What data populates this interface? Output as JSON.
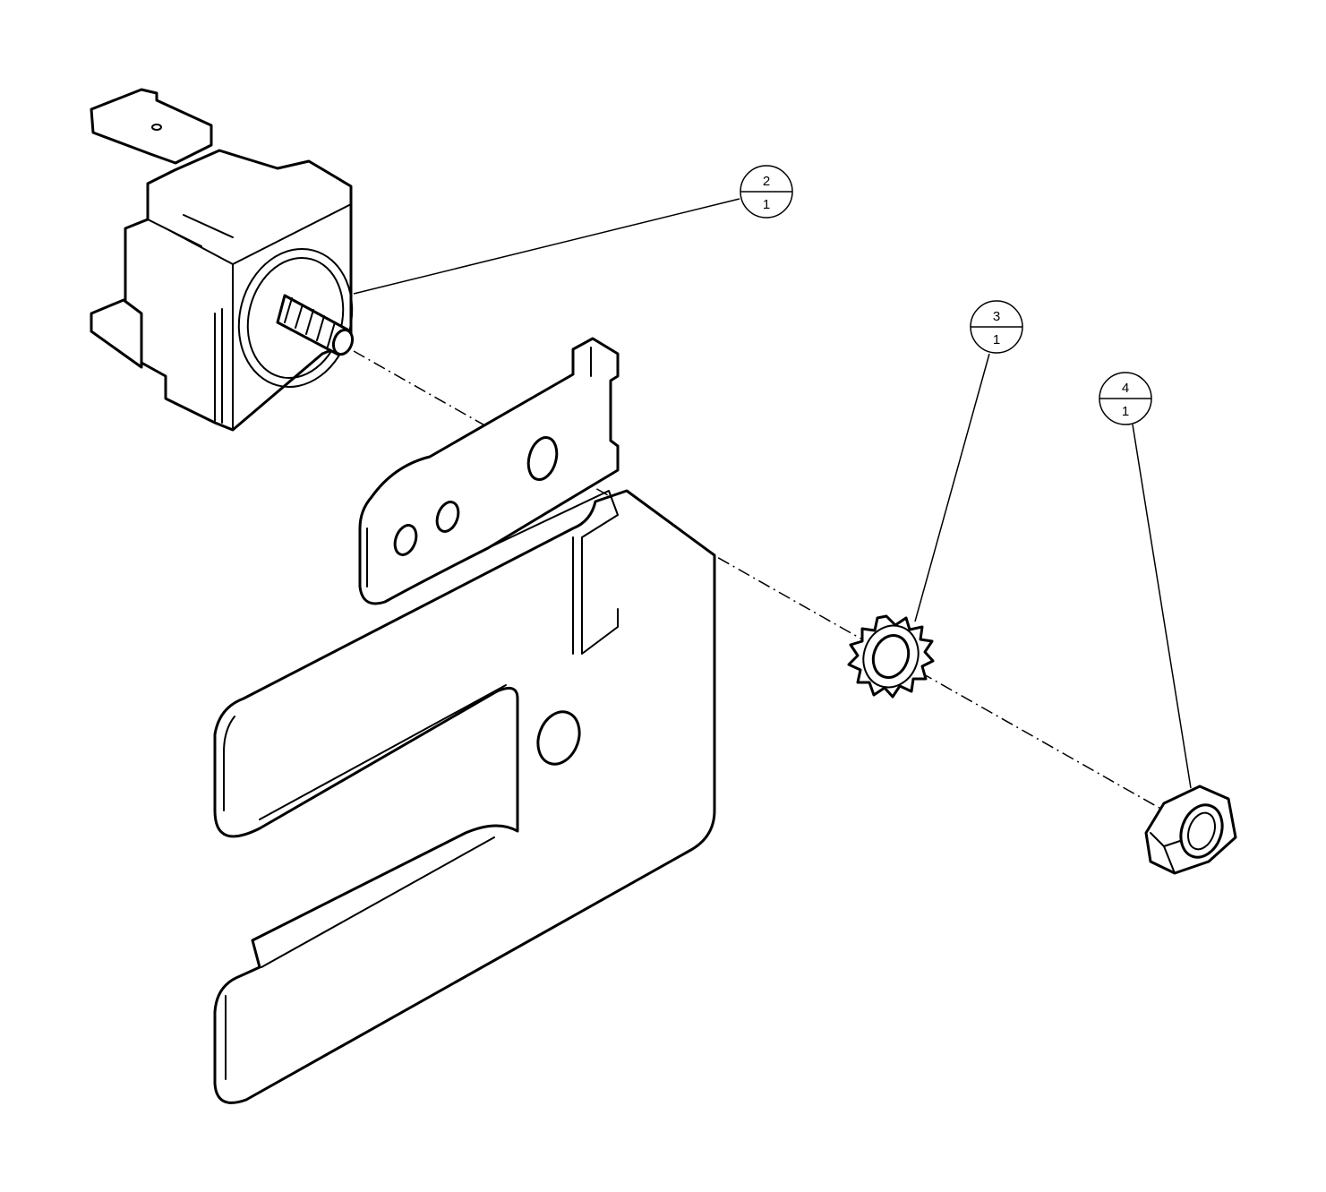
{
  "balloons": [
    {
      "item": "2",
      "qty": "1"
    },
    {
      "item": "3",
      "qty": "1"
    },
    {
      "item": "4",
      "qty": "1"
    }
  ],
  "icons": {
    "switch": "rocker-switch-icon",
    "bracket": "mounting-bracket-icon",
    "washer": "star-lock-washer-icon",
    "nut": "hex-nut-icon"
  }
}
